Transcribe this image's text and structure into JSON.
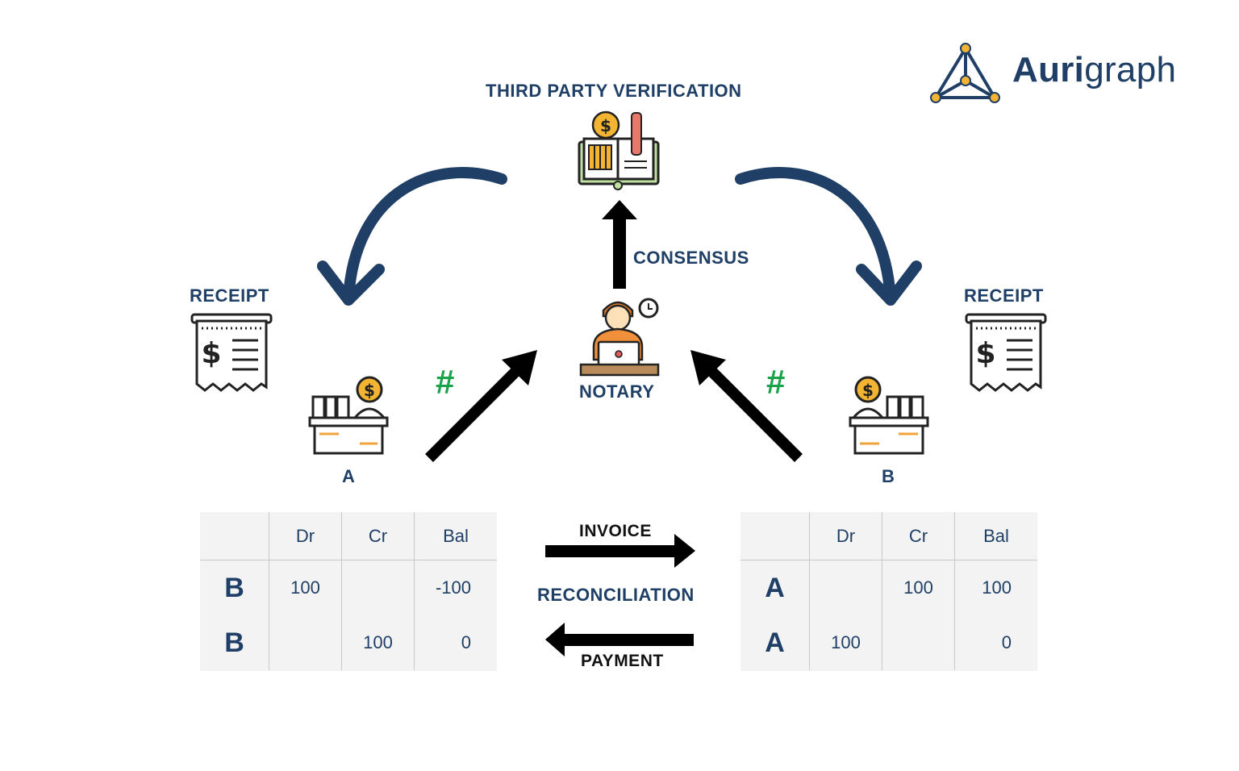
{
  "brand": {
    "name_bold": "Auri",
    "name_rest": "graph"
  },
  "labels": {
    "third_party": "THIRD PARTY VERIFICATION",
    "consensus": "CONSENSUS",
    "notary": "NOTARY",
    "receipt_left": "RECEIPT",
    "receipt_right": "RECEIPT",
    "party_a": "A",
    "party_b": "B",
    "hash_left": "#",
    "hash_right": "#",
    "invoice": "INVOICE",
    "reconciliation": "RECONCILIATION",
    "payment": "PAYMENT"
  },
  "ledger_a": {
    "headers": [
      "",
      "Dr",
      "Cr",
      "Bal"
    ],
    "rows": [
      [
        "B",
        "100",
        "",
        "-100"
      ],
      [
        "B",
        "",
        "100",
        "0"
      ]
    ]
  },
  "ledger_b": {
    "headers": [
      "",
      "Dr",
      "Cr",
      "Bal"
    ],
    "rows": [
      [
        "A",
        "",
        "100",
        "100"
      ],
      [
        "A",
        "100",
        "",
        "0"
      ]
    ]
  },
  "colors": {
    "navy": "#1f3f66",
    "hash_green": "#1aa34a",
    "brand_gold": "#f2b431",
    "icon_orange": "#f0a33a"
  }
}
